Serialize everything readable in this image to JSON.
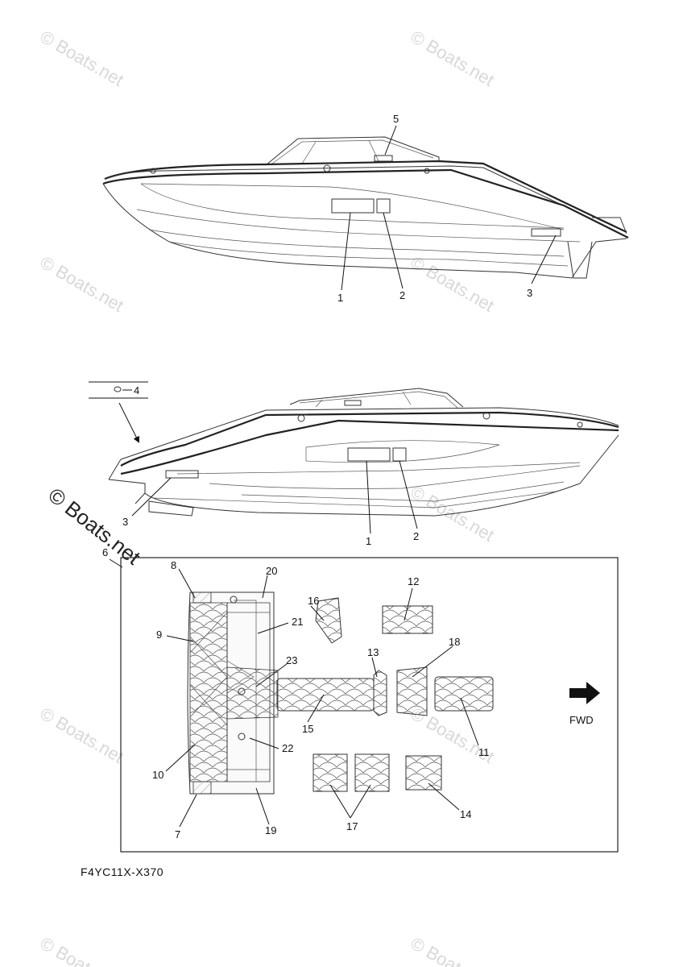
{
  "watermark": "© Boats.net",
  "diagram_code": "F4YC11X-X370",
  "fwd_label": "FWD",
  "callouts": [
    "1",
    "2",
    "3",
    "4",
    "5",
    "6",
    "7",
    "8",
    "9",
    "10",
    "11",
    "12",
    "13",
    "14",
    "15",
    "16",
    "17",
    "18",
    "19",
    "20",
    "21",
    "22",
    "23"
  ]
}
